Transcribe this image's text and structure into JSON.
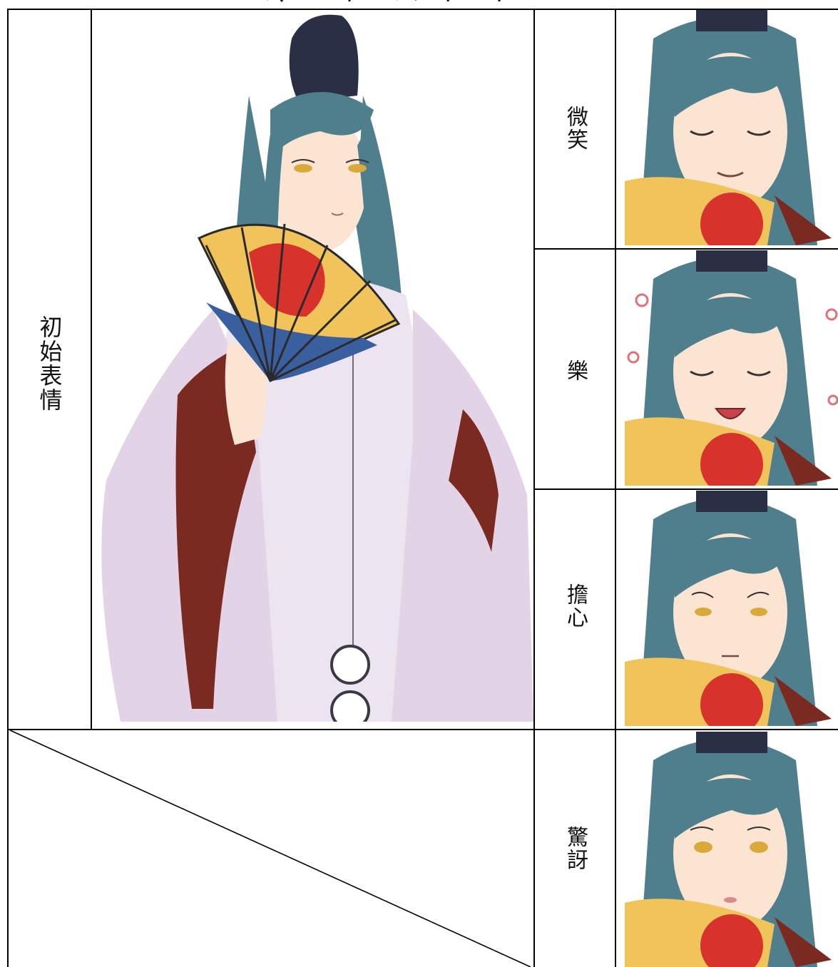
{
  "main_label": "初始表情",
  "expressions": [
    {
      "label": "微笑"
    },
    {
      "label": "樂"
    },
    {
      "label": "擔心"
    },
    {
      "label": "驚訝"
    }
  ],
  "colors": {
    "hair": "#4f7f8c",
    "hat": "#2a2f45",
    "robe": "#ece4ef",
    "sleeve_inner": "#7b2a22",
    "skin": "#fbe5d2",
    "fan_gold": "#f0c45a",
    "fan_red": "#d7322b",
    "fan_blue": "#3a5f9e",
    "eye": "#d9a93a"
  }
}
